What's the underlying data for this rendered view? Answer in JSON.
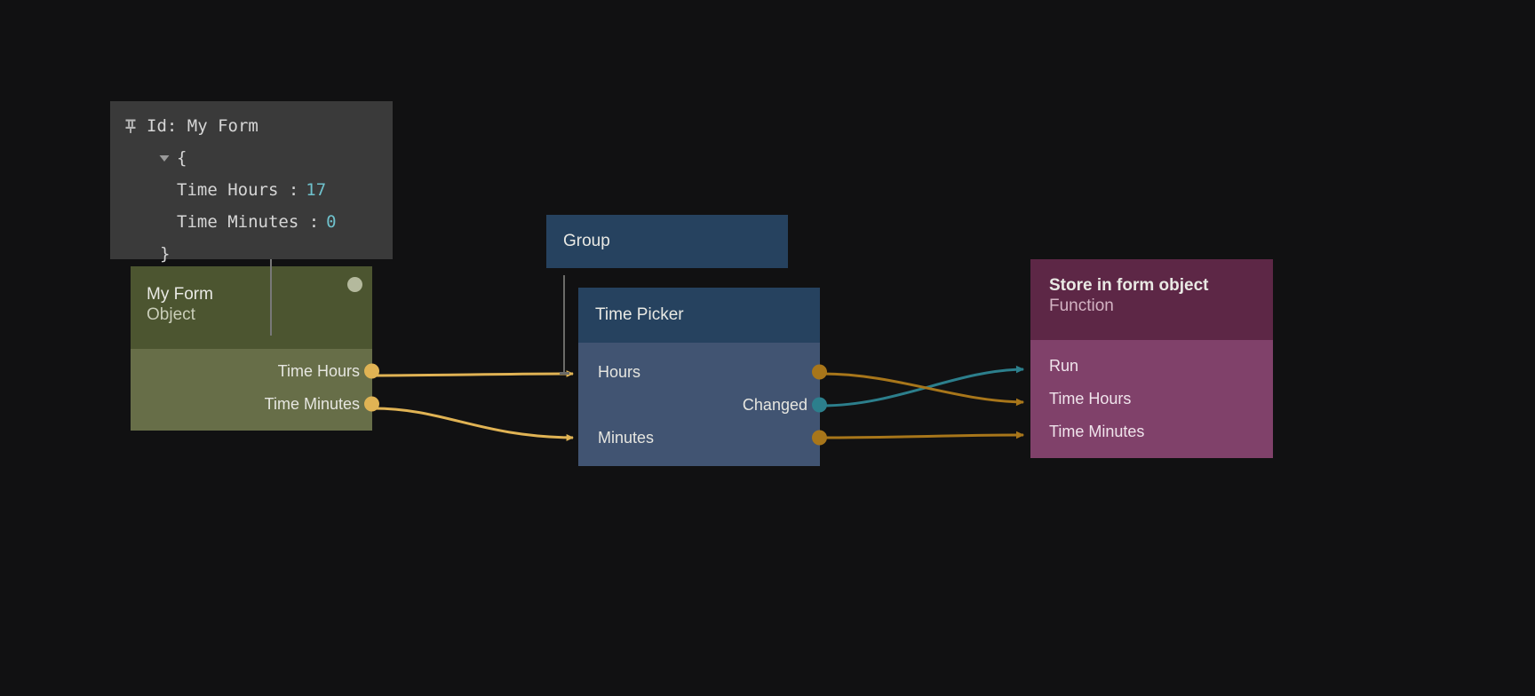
{
  "canvas": {
    "background": "#111112"
  },
  "inspector": {
    "pin_icon": "pushpin-icon",
    "disclosure_icon": "triangle-down-icon",
    "title": "Id: My Form",
    "brace_open": "{",
    "brace_close": "}",
    "rows": [
      {
        "key": "Time Hours :",
        "value": "17"
      },
      {
        "key": "Time Minutes :",
        "value": "0"
      }
    ],
    "value_color": "#6fc1cc",
    "panel_color": "#3a3a3a"
  },
  "nodes": {
    "my_form": {
      "title": "My Form",
      "subtitle": "Object",
      "header_color": "#4c5530",
      "body_color": "#676e48",
      "badge_name": "status-dot",
      "outputs": [
        {
          "label": "Time Hours",
          "dot_color": "#e0b354"
        },
        {
          "label": "Time Minutes",
          "dot_color": "#e0b354"
        }
      ]
    },
    "group": {
      "title": "Group",
      "header_color": "#26425f"
    },
    "time_picker": {
      "title": "Time Picker",
      "header_color": "#26425f",
      "body_color": "#415472",
      "inputs": [
        {
          "label": "Hours"
        },
        {
          "label": "Minutes"
        }
      ],
      "outputs": [
        {
          "label": "",
          "dot_color": "#a8761a"
        },
        {
          "label": "Changed",
          "dot_color": "#2c7f8c"
        }
      ]
    },
    "store_in_form_object": {
      "title": "Store in form object",
      "subtitle": "Function",
      "header_color": "#5d2746",
      "body_color": "#80416a",
      "inputs": [
        {
          "label": "Run"
        },
        {
          "label": "Time Hours"
        },
        {
          "label": "Time Minutes"
        }
      ]
    }
  },
  "wires": {
    "signal_color": "#2c7f8c",
    "data_color": "#a8761a",
    "bright_data_color": "#e0b354",
    "connections": [
      {
        "from": "my_form.Time Hours",
        "to": "time_picker.Hours",
        "color": "#e0b354"
      },
      {
        "from": "my_form.Time Minutes",
        "to": "time_picker.Minutes",
        "color": "#e0b354"
      },
      {
        "from": "time_picker.Changed",
        "to": "store_in_form_object.Run",
        "color": "#2c7f8c"
      },
      {
        "from": "time_picker.Hours",
        "to": "store_in_form_object.Time Hours",
        "color": "#a8761a"
      },
      {
        "from": "time_picker.Minutes",
        "to": "store_in_form_object.Time Minutes",
        "color": "#a8761a"
      }
    ]
  }
}
